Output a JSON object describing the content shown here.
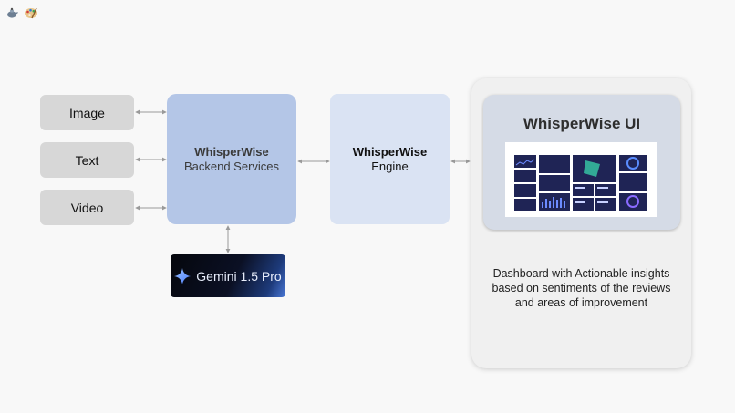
{
  "inputs": [
    {
      "label": "Image"
    },
    {
      "label": "Text"
    },
    {
      "label": "Video"
    }
  ],
  "backend": {
    "title": "WhisperWise",
    "subtitle": "Backend Services"
  },
  "engine": {
    "title": "WhisperWise",
    "subtitle": "Engine"
  },
  "gemini": {
    "brand": "Gemini",
    "version": "1.5 Pro"
  },
  "ui": {
    "title": "WhisperWise UI",
    "description": "Dashboard with Actionable insights based on sentiments of the reviews and areas of improvement"
  },
  "colors": {
    "backend_fill": "#b4c6e7",
    "engine_fill": "#dae3f3",
    "input_fill": "#d7d7d7",
    "arrow": "#9a9a9a",
    "dashboard_bg": "#1f2455"
  },
  "icons": [
    "teapot-icon",
    "palette-icon",
    "gemini-sparkle-icon",
    "arrow-bidirectional-icon"
  ]
}
